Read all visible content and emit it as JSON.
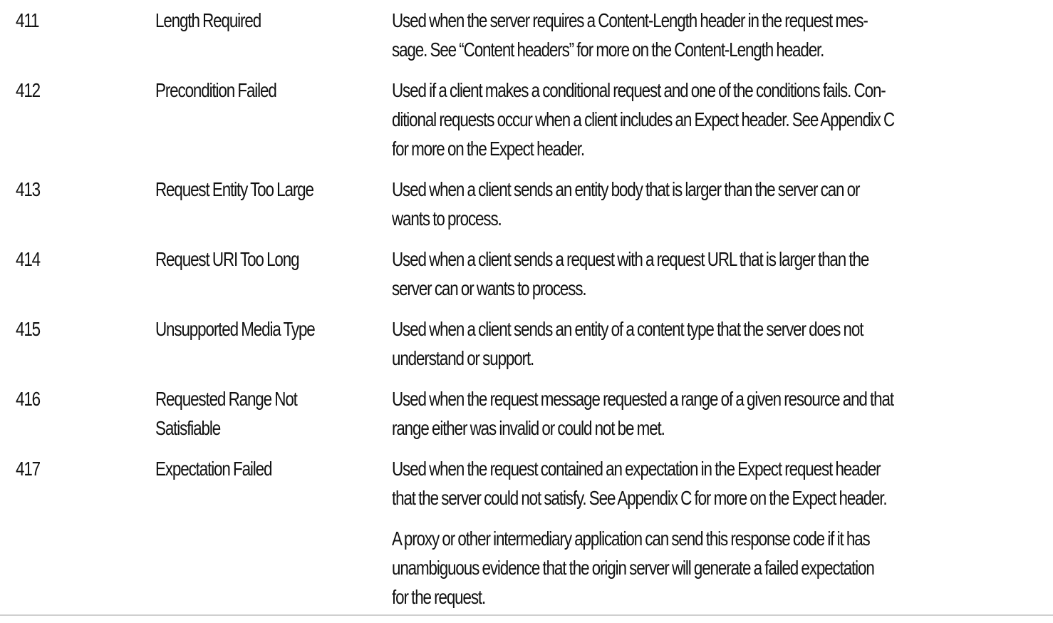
{
  "rows": [
    {
      "code": "411",
      "name_lines": [
        "Length Required"
      ],
      "desc_lines": [
        "Used when the server requires a Content-Length header in the request mes-",
        "sage. See “Content headers” for more on the Content-Length header."
      ]
    },
    {
      "code": "412",
      "name_lines": [
        "Precondition Failed"
      ],
      "desc_lines": [
        "Used if a client makes a conditional request and one of the conditions fails. Con-",
        "ditional requests occur when a client includes an Expect header. See Appendix C",
        "for more on the Expect header."
      ]
    },
    {
      "code": "413",
      "name_lines": [
        "Request Entity Too Large"
      ],
      "desc_lines": [
        "Used when a client sends an entity body that is larger than the server can or",
        "wants to process."
      ]
    },
    {
      "code": "414",
      "name_lines": [
        "Request URI Too Long"
      ],
      "desc_lines": [
        "Used when a client sends a request with a request URL that is larger than the",
        "server can or wants to process."
      ]
    },
    {
      "code": "415",
      "name_lines": [
        "Unsupported Media Type"
      ],
      "desc_lines": [
        "Used when a client sends an entity of a content type that the server does not",
        "understand or support."
      ]
    },
    {
      "code": "416",
      "name_lines": [
        "Requested Range Not",
        "Satisfiable"
      ],
      "desc_lines": [
        "Used when the request message requested a range of a given resource and that",
        "range either was invalid or could not be met."
      ]
    },
    {
      "code": "417",
      "name_lines": [
        "Expectation Failed"
      ],
      "desc_lines": [
        "Used when the request contained an expectation in the Expect request header",
        "that the server could not satisfy. See Appendix C for more on the Expect header."
      ]
    },
    {
      "code": "",
      "name_lines": [],
      "desc_lines": [
        "A proxy or other intermediary application can send this response code if it has",
        "unambiguous evidence that the origin server will generate a failed expectation",
        "for the request."
      ]
    }
  ]
}
